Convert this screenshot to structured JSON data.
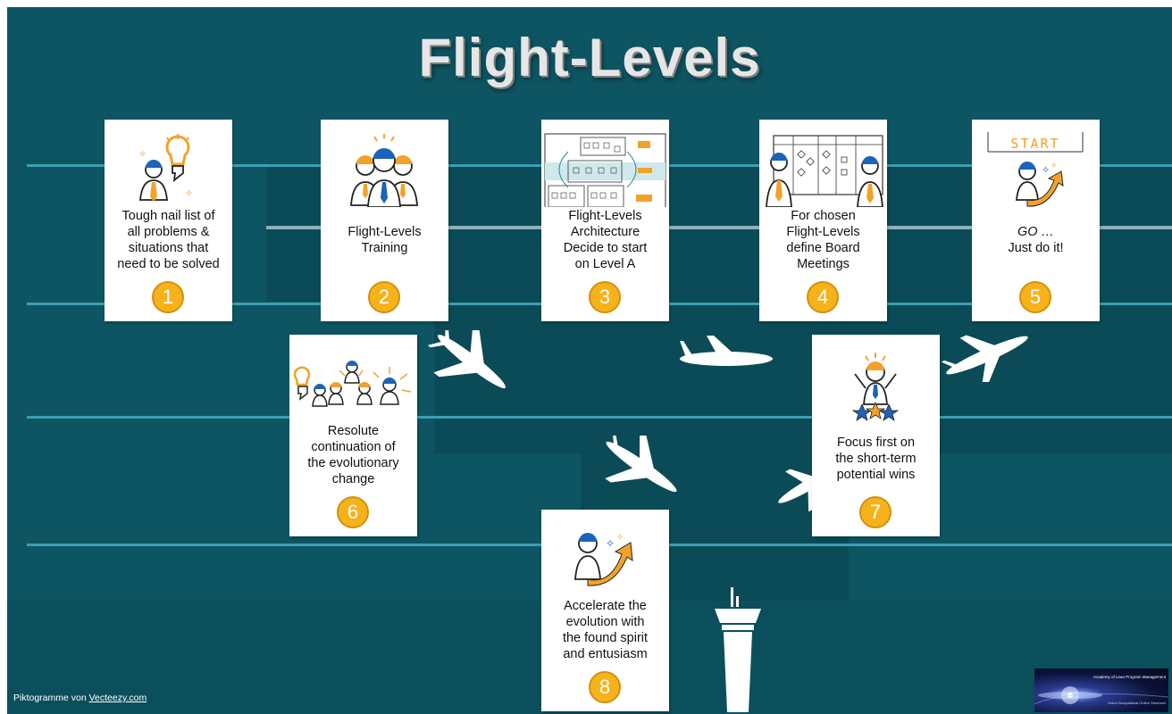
{
  "slide": {
    "title": "Flight-Levels",
    "credit_prefix": "Piktogramme von ",
    "credit_link": "Vecteezy.com",
    "logo_title": "Academy of Lean Program Management",
    "logo_subtitle": "Extra Occupational Online Seminars"
  },
  "cards": [
    {
      "number": "1",
      "lines": [
        "Tough nail list of",
        "all problems &",
        "situations that",
        "need to be solved"
      ],
      "pictogram": "idea-person-icon"
    },
    {
      "number": "2",
      "lines": [
        "Flight-Levels",
        "Training"
      ],
      "pictogram": "team-icon"
    },
    {
      "number": "3",
      "lines": [
        "Flight-Levels",
        "Architecture",
        "Decide to start",
        "on Level A"
      ],
      "pictogram": "architecture-board-icon"
    },
    {
      "number": "4",
      "lines": [
        "For chosen",
        "Flight-Levels",
        "define Board",
        "Meetings"
      ],
      "pictogram": "board-meeting-icon"
    },
    {
      "number": "5",
      "lines": [
        "GO …",
        "Just do it!"
      ],
      "pictogram": "start-growth-icon"
    },
    {
      "number": "6",
      "lines": [
        "Resolute",
        "continuation of",
        "the evolutionary",
        "change"
      ],
      "pictogram": "spreading-change-icon"
    },
    {
      "number": "7",
      "lines": [
        "Focus first on",
        "the short-term",
        "potential wins"
      ],
      "pictogram": "winner-stars-icon"
    },
    {
      "number": "8",
      "lines": [
        "Accelerate the",
        "evolution with",
        "the found spirit",
        "and entusiasm"
      ],
      "pictogram": "acceleration-icon"
    }
  ],
  "colors": {
    "background": "#0e5563",
    "level_line": "#3b9fb3",
    "badge": "#f6b21b",
    "person_blue": "#1d64b8",
    "accent_orange": "#f2a22a"
  }
}
